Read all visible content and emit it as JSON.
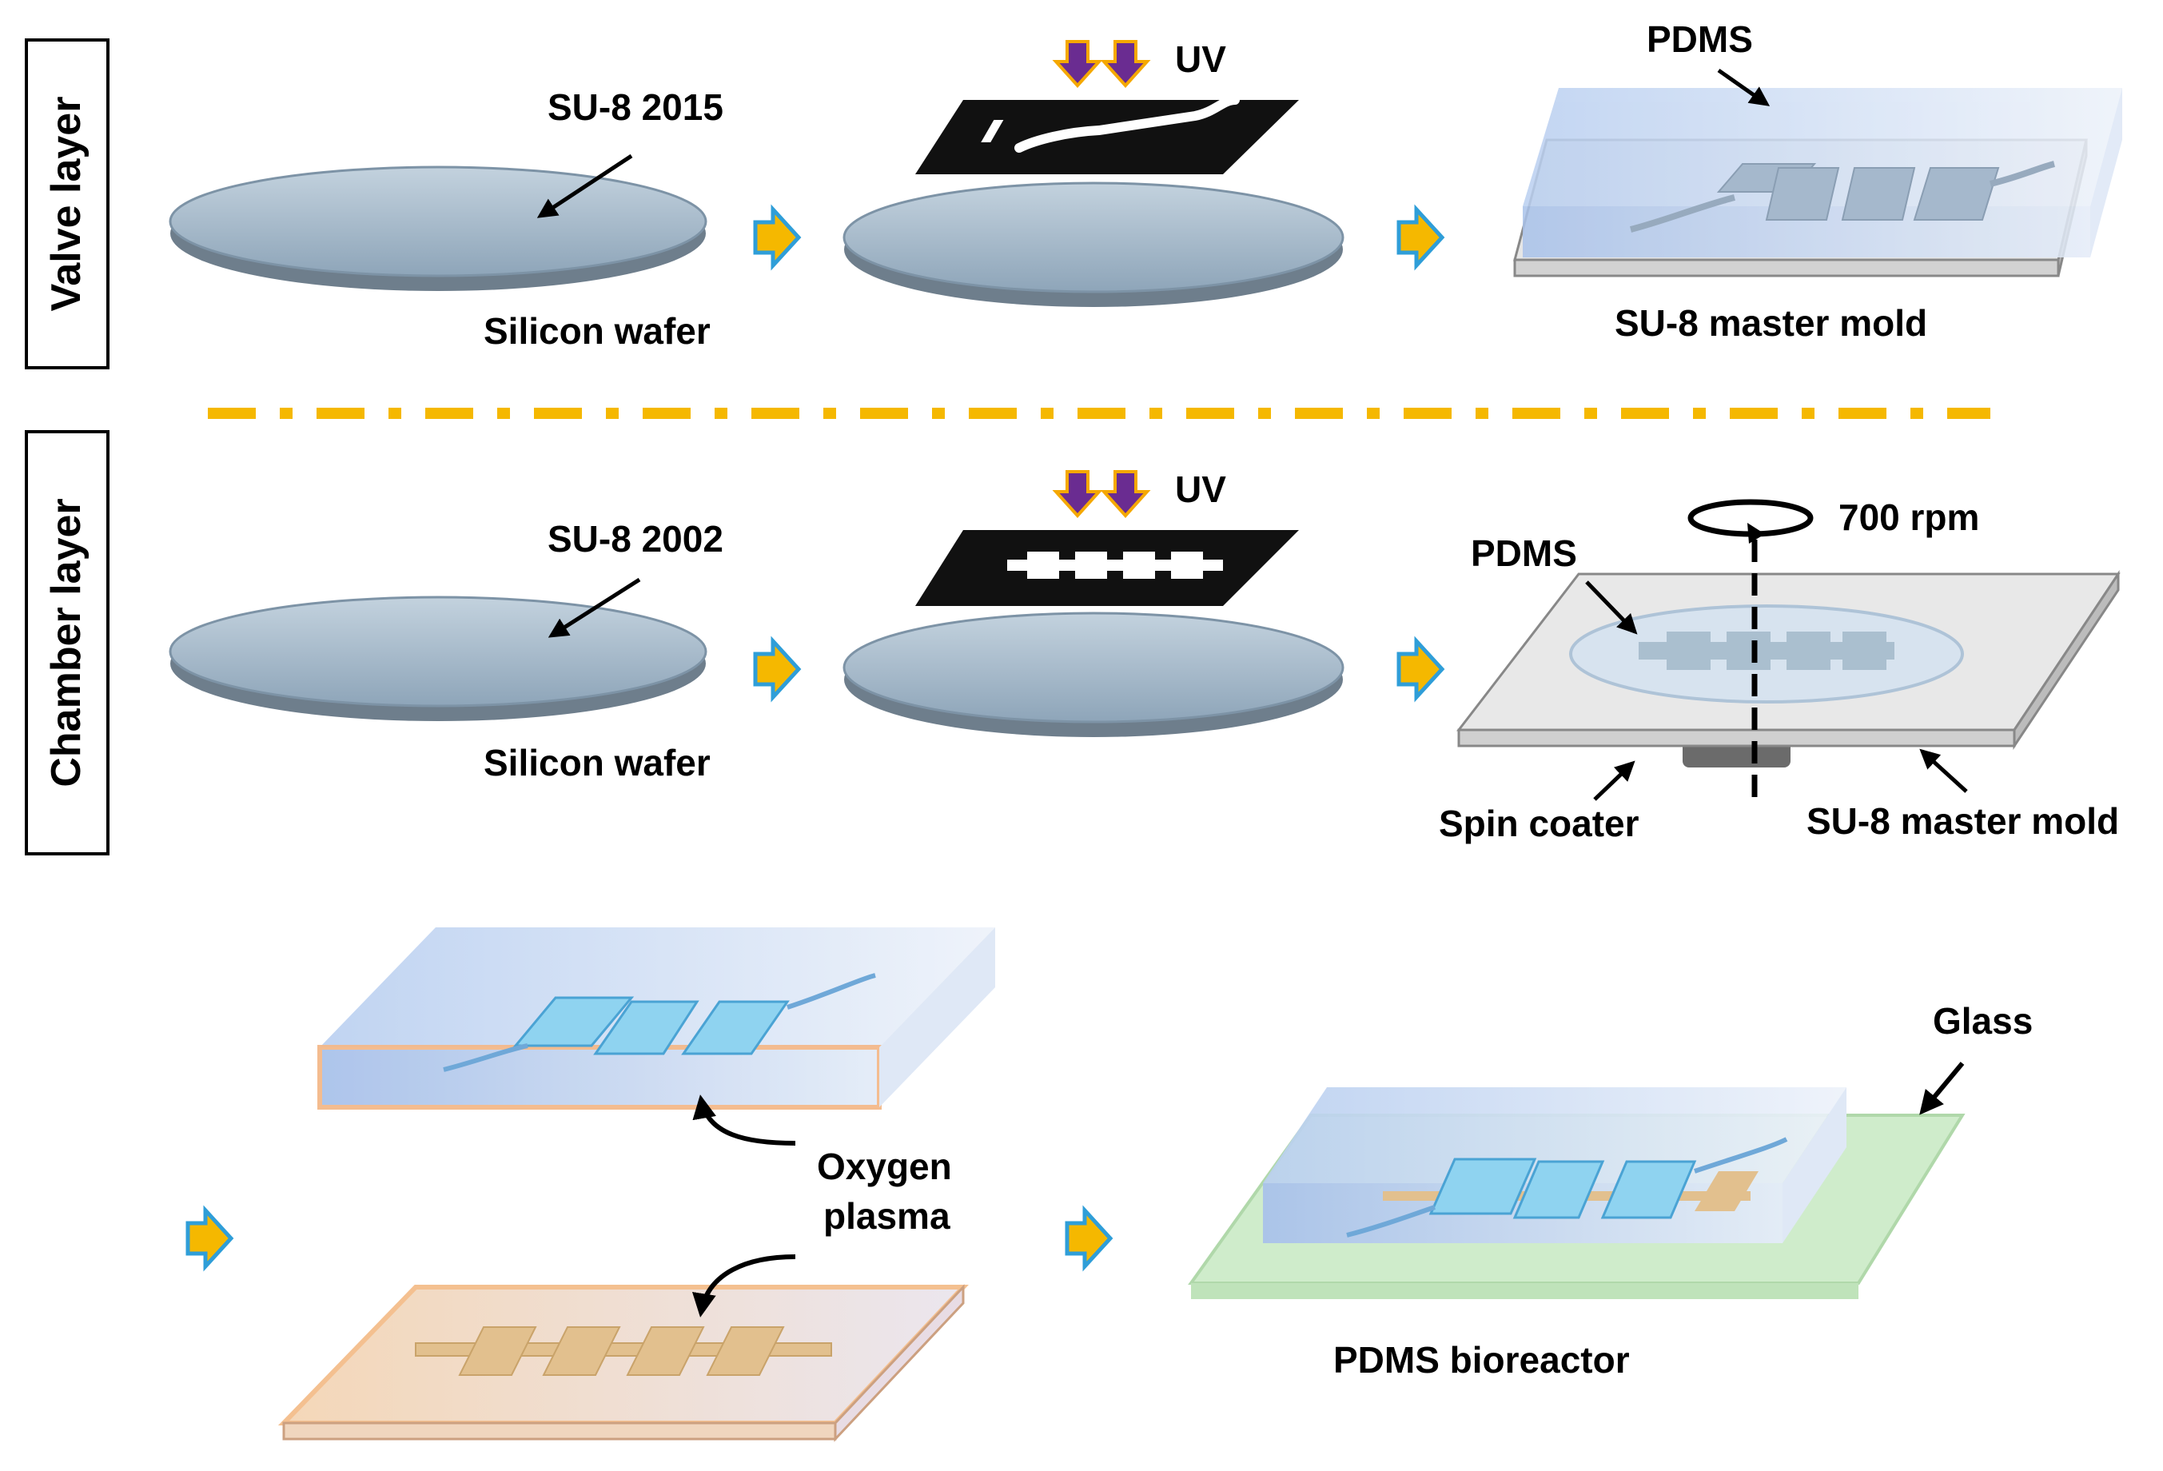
{
  "side_labels": {
    "valve": "Valve layer",
    "chamber": "Chamber layer"
  },
  "valve_row": {
    "photoresist": "SU-8 2015",
    "wafer": "Silicon wafer",
    "uv": "UV",
    "pdms": "PDMS",
    "mold": "SU-8 master mold"
  },
  "chamber_row": {
    "photoresist": "SU-8 2002",
    "wafer": "Silicon wafer",
    "uv": "UV",
    "pdms": "PDMS",
    "speed": "700 rpm",
    "spin_coater": "Spin coater",
    "mold": "SU-8 master mold"
  },
  "bonding": {
    "oxygen_line1": "Oxygen",
    "oxygen_line2": "plasma",
    "glass": "Glass",
    "product": "PDMS bioreactor"
  },
  "colors": {
    "wafer": "#9fb4c6",
    "step_arrow": "#f5b800",
    "step_arrow_outline": "#2f9ed8",
    "uv_arrow": "#6a2c91",
    "uv_outline": "#f5a800",
    "divider": "#f5b800",
    "pdms_blue": "#c6d8f0",
    "chamber_orange": "#e8c28c",
    "glass_green": "#c5e8c0"
  }
}
